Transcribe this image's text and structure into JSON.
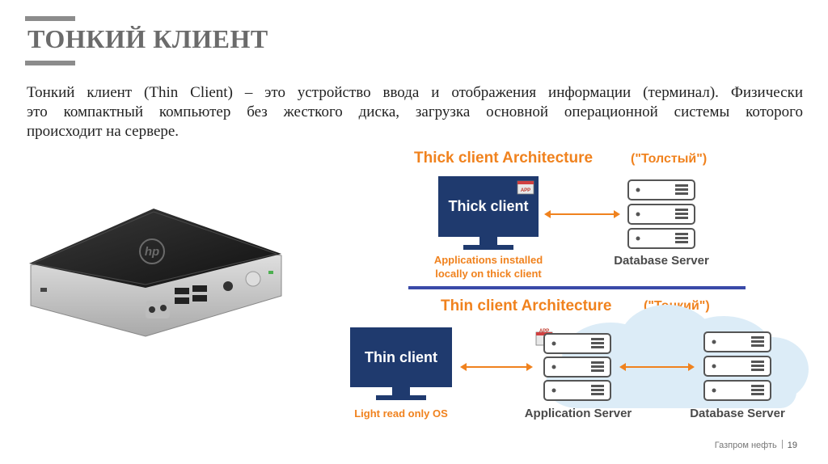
{
  "slide": {
    "title": "ТОНКИЙ КЛИЕНТ",
    "body_lines": [
      "Тонкий клиент (Thin Client) – это устройство ввода и отображения информации (терминал). Физически",
      "это компактный компьютер без жесткого диска, загрузка основной операционной системы которого",
      "происходит на сервере."
    ]
  },
  "device_image": {
    "logo": "hp"
  },
  "diagram": {
    "thick": {
      "heading": "Thick client Architecture",
      "tag": "(\"Толстый\")",
      "client_label": "Thick client",
      "app_badge": "APP",
      "caption_line1": "Applications installed",
      "caption_line2": "locally on thick client",
      "server_label": "Database Server"
    },
    "thin": {
      "heading": "Thin client Architecture",
      "tag": "(\"Тонкий\")",
      "client_label": "Thin client",
      "app_badge": "APP",
      "caption": "Light read only OS",
      "app_server_label": "Application Server",
      "db_server_label": "Database Server"
    },
    "colors": {
      "orange": "#f0821e",
      "navy": "#1f3a6e",
      "gray": "#4a4a4a",
      "divider": "#3a4aa8",
      "cloud": "#dcecf7"
    }
  },
  "footer": {
    "company": "Газпром нефть",
    "page": "19"
  }
}
